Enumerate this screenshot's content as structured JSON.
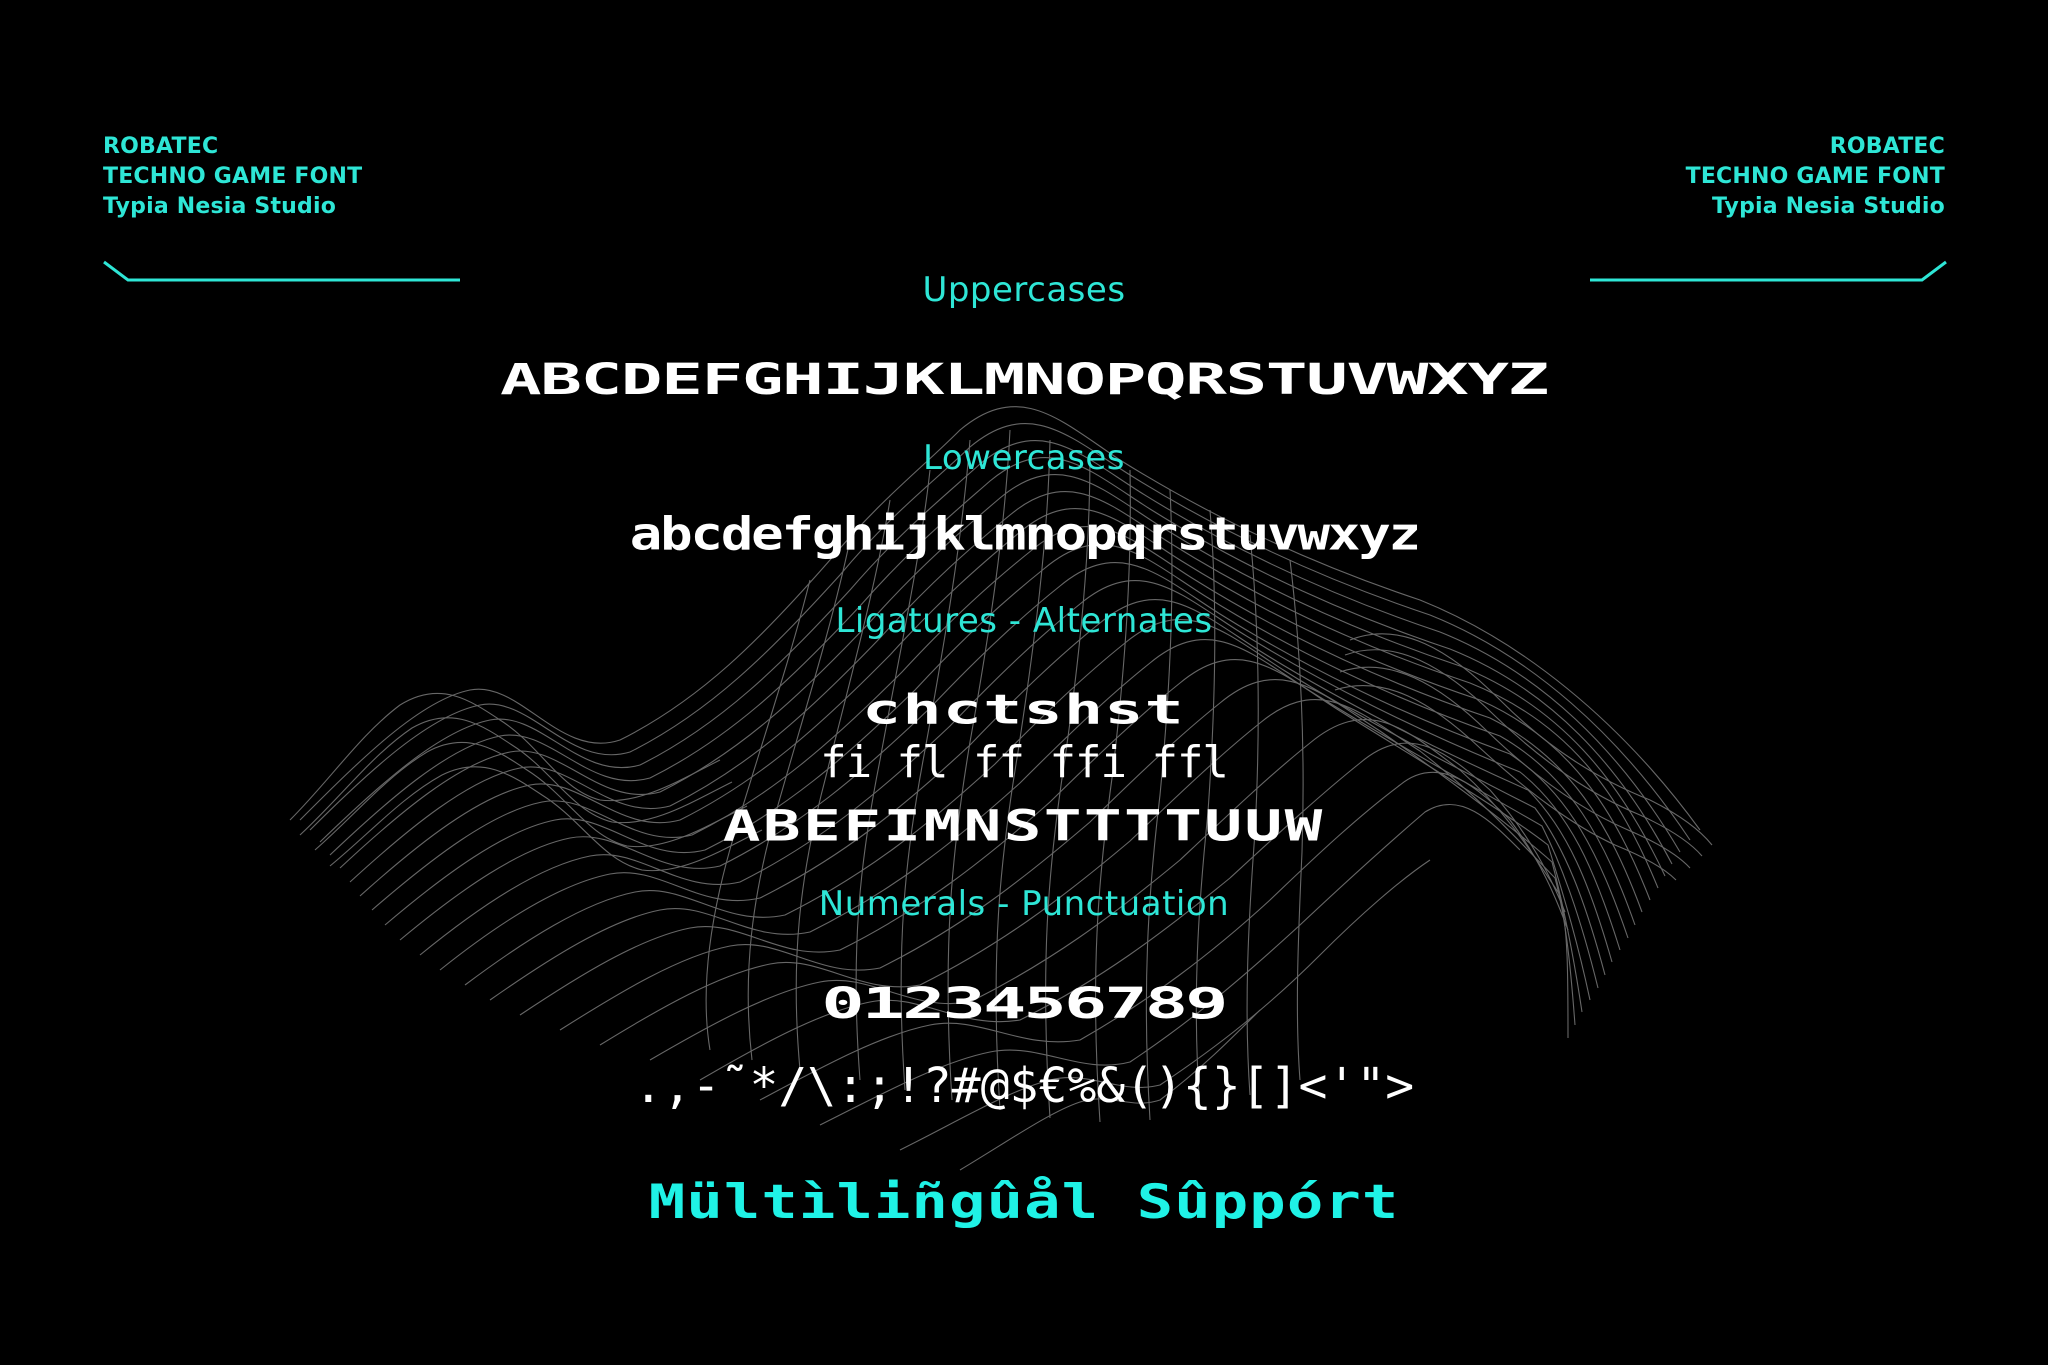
{
  "corner_left": {
    "line1": "ROBATEC",
    "line2": "TECHNO GAME FONT",
    "line3": "Typia Nesia Studio"
  },
  "corner_right": {
    "line1": "ROBATEC",
    "line2": "TECHNO GAME FONT",
    "line3": "Typia Nesia Studio"
  },
  "sections": {
    "uppercase": {
      "heading": "Uppercases",
      "sample": "ABCDEFGHIJKLMNOPQRSTUVWXYZ"
    },
    "lowercase": {
      "heading": "Lowercases",
      "sample": "abcdefghijklmnopqrstuvwxyz"
    },
    "ligatures": {
      "heading": "Ligatures - Alternates",
      "ligature_row1": "chctshst",
      "ligature_row2": "fi fl ff ffi ffl",
      "alternates": "ABEFIMNSTTTTUUW"
    },
    "numerals": {
      "heading": "Numerals - Punctuation",
      "digits": "0123456789",
      "punctuation": ".,-˜*/\\:;!?#@$€%&(){}[]<'\">"
    },
    "multilingual": {
      "label": "Mültìliñgûål Sûppórt"
    }
  },
  "colors": {
    "background": "#000000",
    "accent": "#2ee6d6",
    "accent_bright": "#1ff2e6",
    "specimen": "#ffffff",
    "wireframe": "#8a8a8a"
  }
}
